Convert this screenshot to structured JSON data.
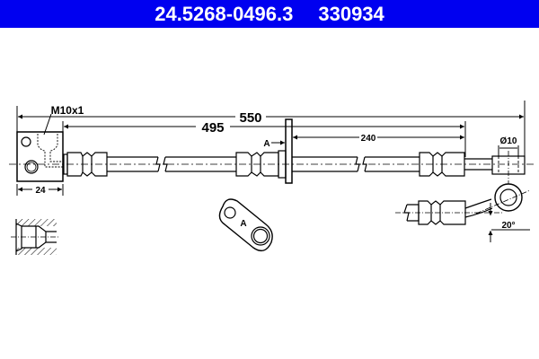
{
  "header": {
    "part_number": "24.5268-0496.3",
    "reference_number": "330934",
    "background_color": "#0000f0",
    "text_color": "#ffffff"
  },
  "drawing": {
    "type": "brake hose technical drawing",
    "line_color": "#000000",
    "dimensions": {
      "overall_length": "550",
      "length_to_bracket": "495",
      "bracket_to_end": "240",
      "fitting_width": "24",
      "eye_diameter": "Ø10",
      "thread": "M10x1",
      "bend_angle": "20°"
    },
    "labels": {
      "bracket_marker": "A",
      "bracket_detail_marker": "A"
    },
    "views": [
      {
        "name": "main-hose-view"
      },
      {
        "name": "thread-section-detail"
      },
      {
        "name": "bracket-detail-a"
      },
      {
        "name": "banjo-end-side-view"
      }
    ]
  }
}
